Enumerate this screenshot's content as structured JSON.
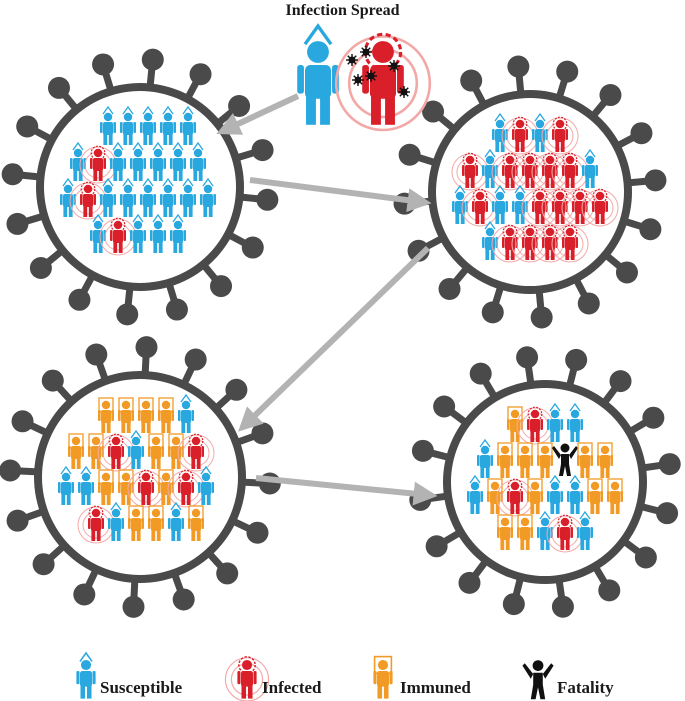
{
  "title": "Infection Spread",
  "colors": {
    "susceptible": "#29a8e0",
    "infected": "#d9202a",
    "immuned": "#f19a26",
    "fatality": "#111111",
    "virus": "#4a4a4a",
    "arrow": "#b3b3b3"
  },
  "legend": [
    {
      "key": "susceptible",
      "label": "Susceptible",
      "icon": "susceptible-person-icon"
    },
    {
      "key": "infected",
      "label": "Infected",
      "icon": "infected-person-icon"
    },
    {
      "key": "immuned",
      "label": "Immuned",
      "icon": "immuned-person-icon"
    },
    {
      "key": "fatality",
      "label": "Fatality",
      "icon": "fatality-person-icon"
    }
  ]
}
